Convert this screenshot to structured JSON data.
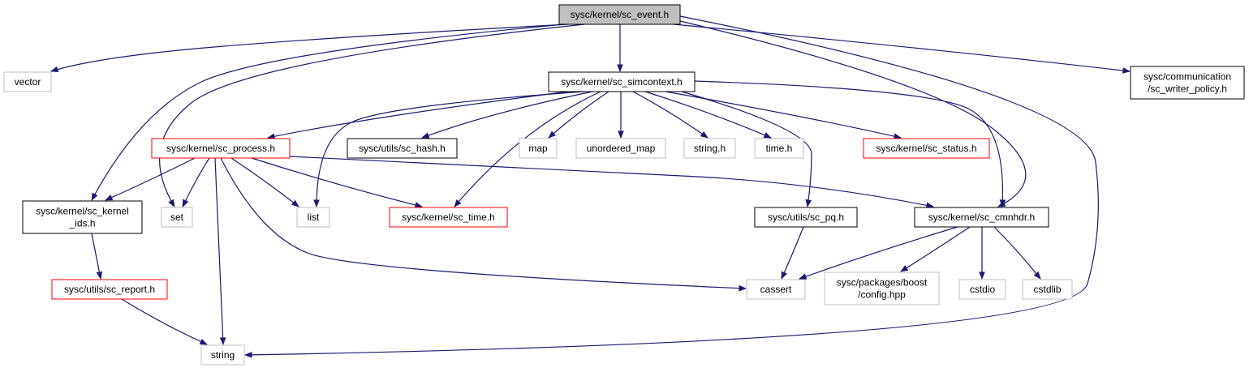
{
  "colors": {
    "edge": "#191970",
    "box_root_fill": "#bfbfbf",
    "box_border_normal": "#000000",
    "box_border_red": "#ff0000",
    "box_border_gray": "#bfbfbf",
    "text": "#000000"
  },
  "nodes": [
    {
      "id": "sc_event",
      "lines": [
        "sysc/kernel/sc_event.h"
      ],
      "style": "root"
    },
    {
      "id": "vector",
      "lines": [
        "vector"
      ],
      "style": "gray"
    },
    {
      "id": "sc_simcontext",
      "lines": [
        "sysc/kernel/sc_simcontext.h"
      ],
      "style": "normal"
    },
    {
      "id": "sc_writer_policy",
      "lines": [
        "sysc/communication",
        "/sc_writer_policy.h"
      ],
      "style": "normal"
    },
    {
      "id": "sc_process",
      "lines": [
        "sysc/kernel/sc_process.h"
      ],
      "style": "red"
    },
    {
      "id": "sc_hash",
      "lines": [
        "sysc/utils/sc_hash.h"
      ],
      "style": "normal"
    },
    {
      "id": "map",
      "lines": [
        "map"
      ],
      "style": "gray"
    },
    {
      "id": "unordered_map",
      "lines": [
        "unordered_map"
      ],
      "style": "gray"
    },
    {
      "id": "string_h",
      "lines": [
        "string.h"
      ],
      "style": "gray"
    },
    {
      "id": "time_h",
      "lines": [
        "time.h"
      ],
      "style": "gray"
    },
    {
      "id": "sc_status",
      "lines": [
        "sysc/kernel/sc_status.h"
      ],
      "style": "red"
    },
    {
      "id": "sc_kernel_ids",
      "lines": [
        "sysc/kernel/sc_kernel",
        "_ids.h"
      ],
      "style": "normal"
    },
    {
      "id": "set",
      "lines": [
        "set"
      ],
      "style": "gray"
    },
    {
      "id": "list",
      "lines": [
        "list"
      ],
      "style": "gray"
    },
    {
      "id": "sc_time",
      "lines": [
        "sysc/kernel/sc_time.h"
      ],
      "style": "red"
    },
    {
      "id": "sc_pq",
      "lines": [
        "sysc/utils/sc_pq.h"
      ],
      "style": "normal"
    },
    {
      "id": "sc_cmnhdr",
      "lines": [
        "sysc/kernel/sc_cmnhdr.h"
      ],
      "style": "normal"
    },
    {
      "id": "sc_report",
      "lines": [
        "sysc/utils/sc_report.h"
      ],
      "style": "red"
    },
    {
      "id": "cassert",
      "lines": [
        "cassert"
      ],
      "style": "gray"
    },
    {
      "id": "boost_config",
      "lines": [
        "sysc/packages/boost",
        "/config.hpp"
      ],
      "style": "gray"
    },
    {
      "id": "cstdio",
      "lines": [
        "cstdio"
      ],
      "style": "gray"
    },
    {
      "id": "cstdlib",
      "lines": [
        "cstdlib"
      ],
      "style": "gray"
    },
    {
      "id": "string",
      "lines": [
        "string"
      ],
      "style": "gray"
    }
  ],
  "edges": [
    [
      "sc_event",
      "vector"
    ],
    [
      "sc_event",
      "sc_simcontext"
    ],
    [
      "sc_event",
      "sc_writer_policy"
    ],
    [
      "sc_event",
      "sc_kernel_ids"
    ],
    [
      "sc_event",
      "set"
    ],
    [
      "sc_event",
      "sc_cmnhdr"
    ],
    [
      "sc_event",
      "string"
    ],
    [
      "sc_simcontext",
      "sc_process"
    ],
    [
      "sc_simcontext",
      "sc_hash"
    ],
    [
      "sc_simcontext",
      "map"
    ],
    [
      "sc_simcontext",
      "unordered_map"
    ],
    [
      "sc_simcontext",
      "string_h"
    ],
    [
      "sc_simcontext",
      "time_h"
    ],
    [
      "sc_simcontext",
      "sc_status"
    ],
    [
      "sc_simcontext",
      "list"
    ],
    [
      "sc_simcontext",
      "sc_time"
    ],
    [
      "sc_simcontext",
      "sc_pq"
    ],
    [
      "sc_simcontext",
      "sc_cmnhdr"
    ],
    [
      "sc_process",
      "sc_kernel_ids"
    ],
    [
      "sc_process",
      "set"
    ],
    [
      "sc_process",
      "list"
    ],
    [
      "sc_process",
      "sc_time"
    ],
    [
      "sc_process",
      "sc_cmnhdr"
    ],
    [
      "sc_process",
      "cassert"
    ],
    [
      "sc_process",
      "string"
    ],
    [
      "sc_kernel_ids",
      "sc_report"
    ],
    [
      "sc_report",
      "string"
    ],
    [
      "sc_pq",
      "cassert"
    ],
    [
      "sc_cmnhdr",
      "cassert"
    ],
    [
      "sc_cmnhdr",
      "boost_config"
    ],
    [
      "sc_cmnhdr",
      "cstdio"
    ],
    [
      "sc_cmnhdr",
      "cstdlib"
    ]
  ]
}
